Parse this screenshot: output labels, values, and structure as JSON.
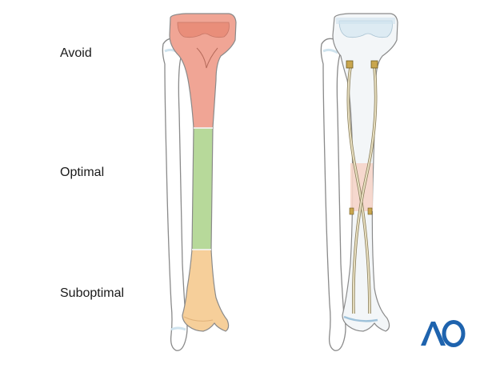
{
  "labels": {
    "avoid": "Avoid",
    "optimal": "Optimal",
    "suboptimal": "Suboptimal"
  },
  "logo": {
    "text": "AO"
  },
  "colors": {
    "avoid_zone": "#F0A595",
    "optimal_zone": "#B7D99A",
    "suboptimal_zone": "#F6CF9A",
    "bone_outline": "#8A8A8A",
    "bone_fill": "#FFFFFF",
    "cartilage": "#CFE3EE",
    "nail": "#D8CFAE",
    "highlight_zone": "#F6D5C9",
    "logo_blue": "#1E63AE"
  },
  "icons": [
    "tibia-zones-illustration",
    "tibia-nails-illustration",
    "ao-logo"
  ]
}
